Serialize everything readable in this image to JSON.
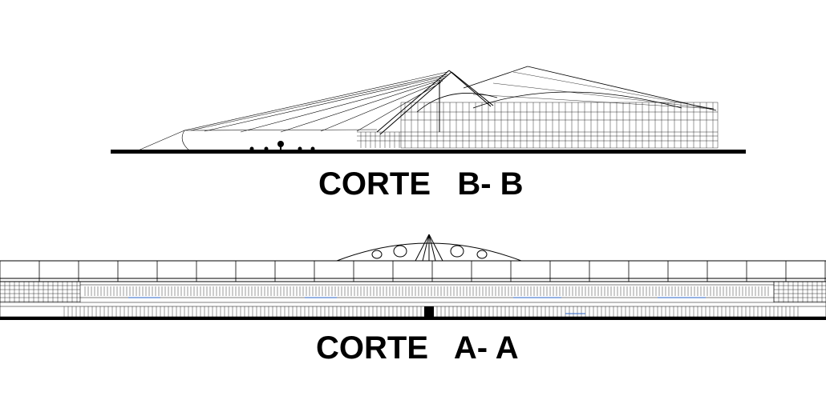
{
  "sections": [
    {
      "id": "section-b-b",
      "title": "CORTE   B- B"
    },
    {
      "id": "section-a-a",
      "title": "CORTE   A- A"
    }
  ],
  "colors": {
    "ink": "#000000",
    "glazing_accent": "#2a63c8",
    "background": "#ffffff"
  }
}
